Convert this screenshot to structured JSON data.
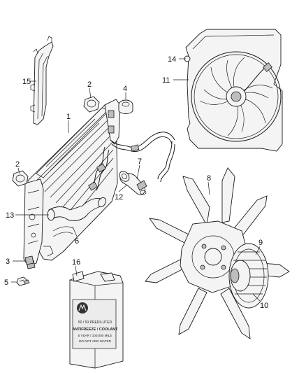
{
  "callouts": [
    {
      "id": "1",
      "text": "1"
    },
    {
      "id": "2a",
      "text": "2"
    },
    {
      "id": "2b",
      "text": "2"
    },
    {
      "id": "3",
      "text": "3"
    },
    {
      "id": "4",
      "text": "4"
    },
    {
      "id": "5",
      "text": "5"
    },
    {
      "id": "6",
      "text": "6"
    },
    {
      "id": "7",
      "text": "7"
    },
    {
      "id": "8",
      "text": "8"
    },
    {
      "id": "9",
      "text": "9"
    },
    {
      "id": "10",
      "text": "10"
    },
    {
      "id": "11",
      "text": "11"
    },
    {
      "id": "12",
      "text": "12"
    },
    {
      "id": "13",
      "text": "13"
    },
    {
      "id": "14",
      "text": "14"
    },
    {
      "id": "15",
      "text": "15"
    },
    {
      "id": "16",
      "text": "16"
    }
  ],
  "jug_label": {
    "line1": "50 / 50 PREDILUTED",
    "line2": "ANTIFREEZE / COOLANT",
    "line3": "5 YEAR / 100,000 MILE",
    "line4": "DO NOT ADD WATER"
  }
}
